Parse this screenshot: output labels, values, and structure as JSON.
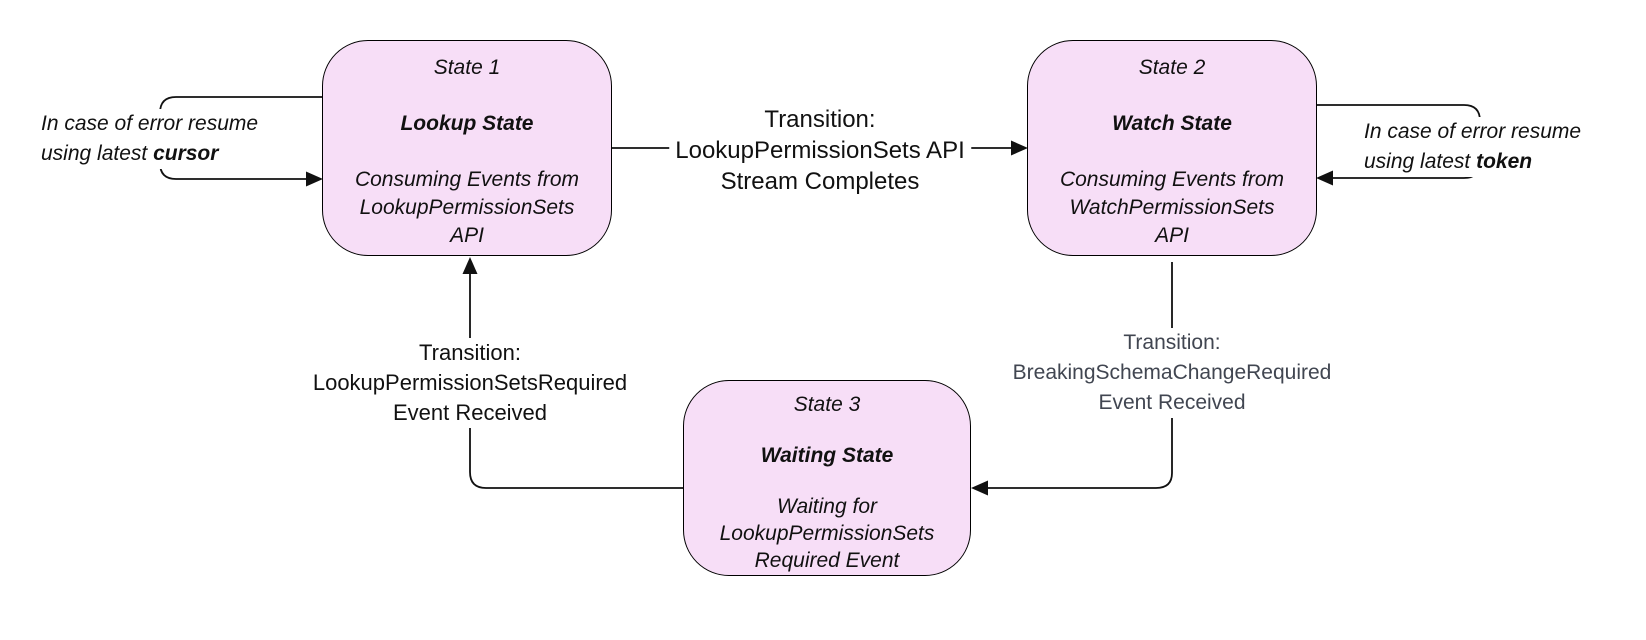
{
  "diagram": {
    "states": [
      {
        "title": "State 1",
        "name": "Lookup State",
        "desc": "Consuming Events from\nLookupPermissionSets\nAPI"
      },
      {
        "title": "State 2",
        "name": "Watch State",
        "desc": "Consuming Events from\nWatchPermissionSets\nAPI"
      },
      {
        "title": "State 3",
        "name": "Waiting State",
        "desc": "Waiting for\nLookupPermissionSets\nRequired Event"
      }
    ],
    "transitions": [
      {
        "id": "lookup-to-watch",
        "lines": [
          "Transition:",
          "LookupPermissionSets API",
          "Stream Completes"
        ]
      },
      {
        "id": "watch-to-waiting",
        "lines": [
          "Transition:",
          "BreakingSchemaChangeRequired",
          "Event Received"
        ]
      },
      {
        "id": "waiting-to-lookup",
        "lines": [
          "Transition:",
          "LookupPermissionSetsRequired",
          "Event Received"
        ]
      }
    ],
    "annotations": [
      {
        "line1": "In case of error resume",
        "line2": "using latest ",
        "emphasis": "cursor"
      },
      {
        "line1": "In case of error resume",
        "line2": "using latest ",
        "emphasis": "token"
      }
    ],
    "colors": {
      "state_fill": "#f7def7",
      "state_border": "#000000",
      "wire": "#111111",
      "text": "#111111",
      "muted_text": "#414651"
    }
  }
}
